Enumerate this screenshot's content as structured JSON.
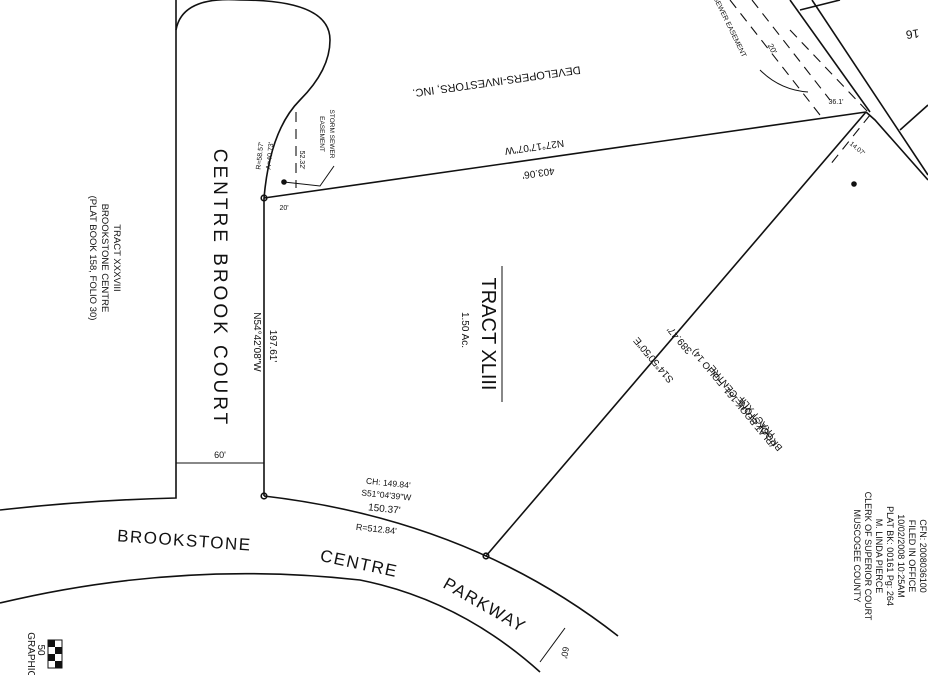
{
  "tract_main": {
    "name": "TRACT XLIII",
    "area": "1.50 Ac."
  },
  "streets": {
    "court": "CENTRE BROOK COURT",
    "parkway_words": [
      "BROOKSTONE",
      "CENTRE",
      "PARKWAY"
    ],
    "court_width": "60'",
    "parkway_width": "60'"
  },
  "adjacent": {
    "owner_north": "DEVELOPERS-INVESTORS, INC.",
    "tract_west": [
      "TRACT XXXVIII",
      "BROOKSTONE CENTRE",
      "(PLAT BOOK 158, FOLIO 30)"
    ],
    "tract_east": [
      "TRACT XLII",
      "BROOKSTONE CENTRE",
      "(PLAT BOOK 161, FOLIO 14)"
    ]
  },
  "bounds": {
    "north_bearing": "N27°17'07\"W",
    "north_distance": "403.06'",
    "west_bearing": "N54°42'08\"W",
    "west_distance": "197.61'",
    "east_bearing": "S14°50'50\"E",
    "east_distance": "389.47'",
    "curve_chord": "CH: 149.84'",
    "curve_bearing": "S51°04'39\"W",
    "curve_length": "150.37'",
    "curve_radius": "R=512.84'",
    "cul_arc": "A=40.73'",
    "cul_radius": "R=58.57'"
  },
  "easements": {
    "storm_label": [
      "STORM SEWER",
      "EASEMENT"
    ],
    "storm_dim": "52.32'",
    "storm_width": "20'",
    "sewer_label": "SEWER EASEMENT",
    "sewer_width": "20'",
    "corner_dim": "36.1'",
    "corner_dim2": "14.07'"
  },
  "lot_number": "16",
  "filing": [
    "CFN: 2008036100",
    "FILED IN OFFICE",
    "10/02/2008 10:25AM",
    "PLAT BK: 00161  Pg: 264",
    "M. LINDA PIERCE",
    "CLERK OF SUPERIOR COURT",
    "MUSCOGEE COUNTY"
  ],
  "scale": {
    "number": "50",
    "label": "GRAPHIC"
  }
}
